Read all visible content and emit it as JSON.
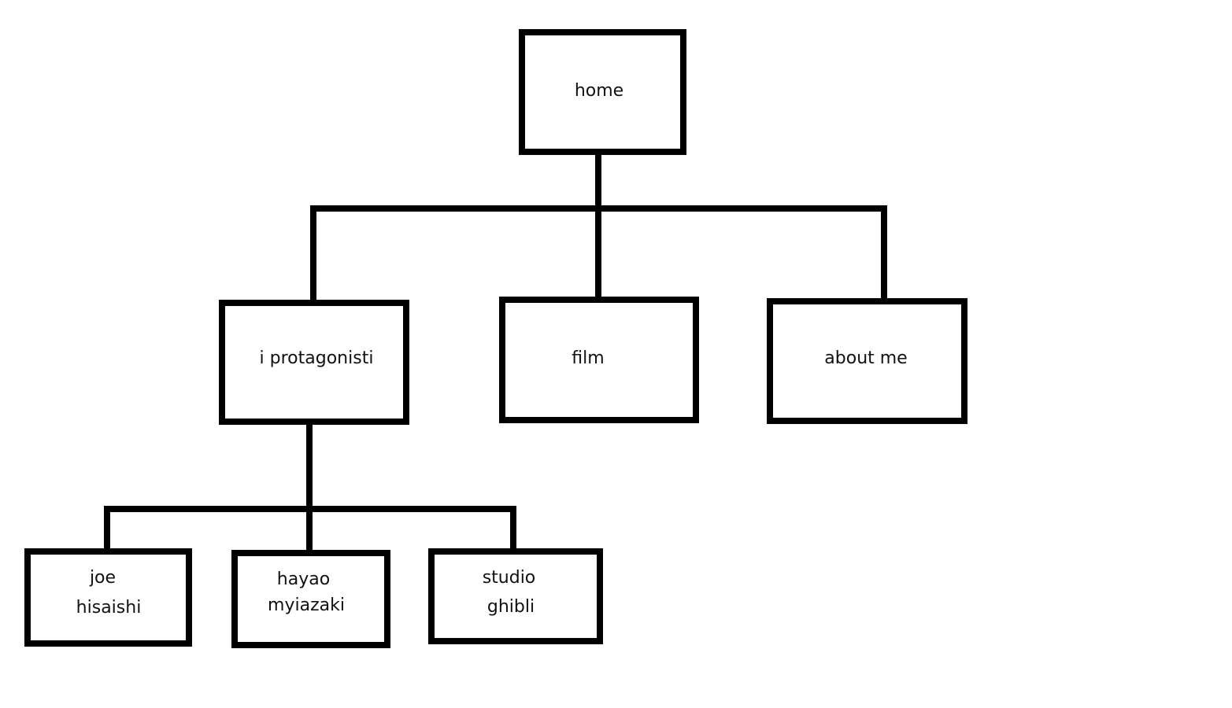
{
  "diagram": {
    "nodes": {
      "home": {
        "lines": [
          "home"
        ]
      },
      "i_protagonisti": {
        "lines": [
          "i protagonisti"
        ]
      },
      "film": {
        "lines": [
          "film"
        ]
      },
      "about_me": {
        "lines": [
          "about me"
        ]
      },
      "joe_hisaishi": {
        "lines": [
          "joe",
          "hisaishi"
        ]
      },
      "hayao_myiazaki": {
        "lines": [
          "hayao",
          "myiazaki"
        ]
      },
      "studio_ghibli": {
        "lines": [
          "studio",
          "ghibli"
        ]
      }
    }
  }
}
